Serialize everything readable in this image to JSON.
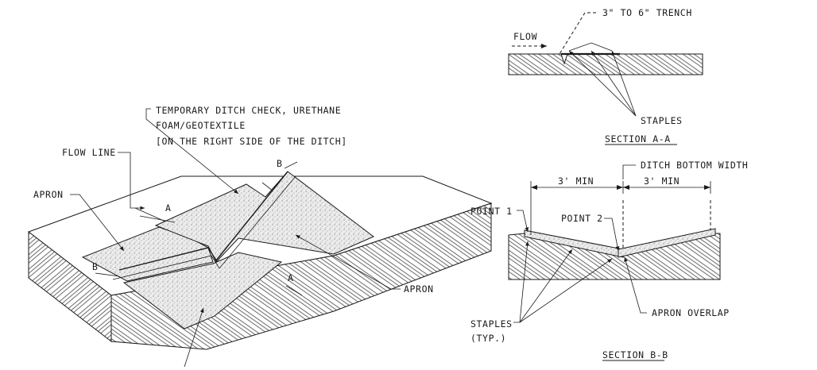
{
  "labels": {
    "trench": "3\" TO 6\" TRENCH",
    "flow": "FLOW",
    "staples_a": "STAPLES",
    "section_a": "SECTION A-A",
    "ditch_check_line1": "TEMPORARY DITCH CHECK, URETHANE",
    "ditch_check_line2": "FOAM/GEOTEXTILE",
    "ditch_check_line3": "[ON THE RIGHT SIDE OF THE DITCH]",
    "flow_line": "FLOW LINE",
    "apron_left": "APRON",
    "apron_right": "APRON",
    "cut_a_top": "A",
    "cut_a_bottom": "A",
    "cut_b_top": "B",
    "cut_b_bottom": "B",
    "ditch_bottom_width": "DITCH BOTTOM WIDTH",
    "min_left": "3' MIN",
    "min_right": "3' MIN",
    "point1": "POINT 1",
    "point2": "POINT 2",
    "staples_b_line1": "STAPLES",
    "staples_b_line2": "(TYP.)",
    "apron_overlap": "APRON OVERLAP",
    "section_b": "SECTION B-B"
  }
}
